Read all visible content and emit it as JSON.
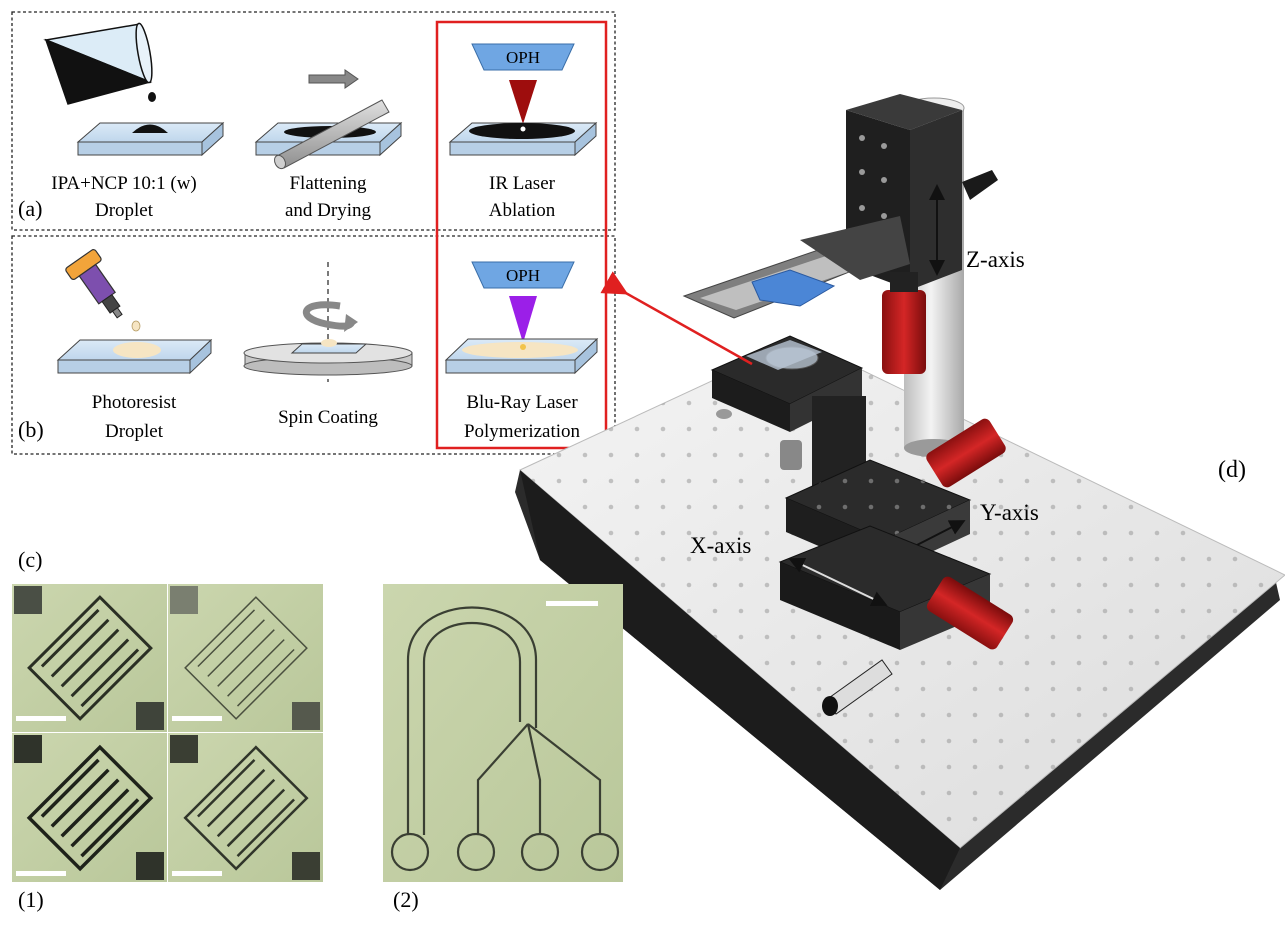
{
  "panel_a": {
    "label": "(a)",
    "step1": {
      "line1": "IPA+NCP 10:1 (w)",
      "line2": "Droplet"
    },
    "step2": {
      "line1": "Flattening",
      "line2": "and Drying"
    },
    "step3": {
      "line1": "IR Laser",
      "line2": "Ablation"
    },
    "oph_label": "OPH"
  },
  "panel_b": {
    "label": "(b)",
    "step1": {
      "line1": "Photoresist",
      "line2": "Droplet"
    },
    "step2": {
      "line1": "Spin Coating"
    },
    "step3": {
      "line1": "Blu-Ray Laser",
      "line2": "Polymerization"
    },
    "oph_label": "OPH"
  },
  "panel_c": {
    "label": "(c)",
    "sub1_label": "(1)",
    "sub2_label": "(2)"
  },
  "panel_d": {
    "label": "(d)",
    "axis_z": "Z-axis",
    "axis_y": "Y-axis",
    "axis_x": "X-axis"
  },
  "colors": {
    "highlight_red": "#e02020",
    "oph_blue": "#6fa6e3",
    "ir_beam": "#9e0d0d",
    "blue_beam": "#9b1fe8",
    "glass": "#cfe2f3",
    "photoresist": "#f6e5c3",
    "micrograph": "#c3cfa5",
    "stage_red": "#c42020"
  }
}
